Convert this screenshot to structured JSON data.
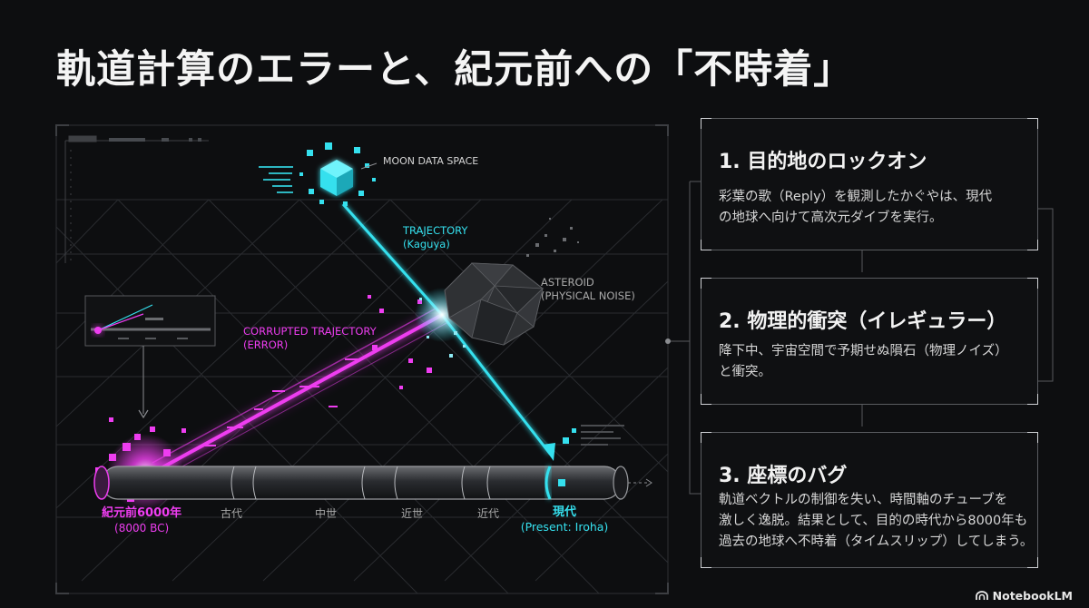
{
  "title": "軌道計算のエラーと、紀元前への「不時着」",
  "diagram": {
    "moon_label": "MOON DATA SPACE",
    "trajectory_label": [
      "TRAJECTORY",
      "(Kaguya)"
    ],
    "asteroid_label": [
      "ASTEROID",
      "(PHYSICAL NOISE)"
    ],
    "corrupted_label": [
      "CORRUPTED TRAJECTORY",
      "(ERROR)"
    ],
    "bc_label": [
      "紀元前6000年",
      "(8000 BC)"
    ],
    "present_label": [
      "現代",
      "(Present: Iroha)"
    ],
    "eras": [
      "古代",
      "中世",
      "近世",
      "近代"
    ],
    "colors": {
      "cyan": "#35e0ee",
      "magenta": "#ee3df0",
      "grid": "#2a2c30"
    }
  },
  "cards": [
    {
      "title": "1. 目的地のロックオン",
      "lines": [
        "彩葉の歌（Reply）を観測したかぐやは、現代",
        "の地球へ向けて高次元ダイブを実行。"
      ]
    },
    {
      "title": "2. 物理的衝突（イレギュラー）",
      "lines": [
        "降下中、宇宙空間で予期せぬ隕石（物理ノイズ）",
        "と衝突。"
      ]
    },
    {
      "title": "3. 座標のバグ",
      "lines": [
        "軌道ベクトルの制御を失い、時間軸のチューブを",
        "激しく逸脱。結果として、目的の時代から8000年も",
        "過去の地球へ不時着（タイムスリップ）してしまう。"
      ]
    }
  ],
  "brand": "NotebookLM"
}
